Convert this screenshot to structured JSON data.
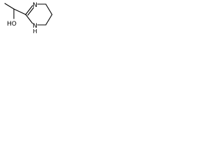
{
  "molecule": {
    "atoms": {
      "hydroxyl": "HO",
      "imine_n": "N",
      "amine_n": "N",
      "amine_h": "H"
    }
  },
  "colors": {
    "bond": "#000000",
    "background": "#ffffff"
  }
}
